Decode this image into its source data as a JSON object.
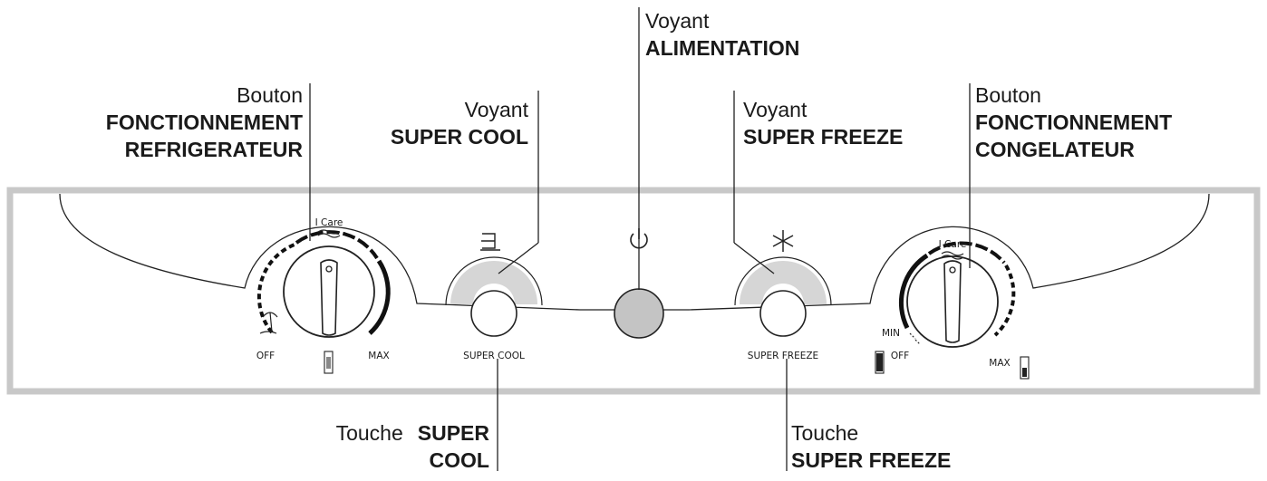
{
  "callouts": {
    "power_indicator": {
      "kind": "Voyant",
      "name": "ALIMENTATION"
    },
    "fridge_knob": {
      "kind": "Bouton",
      "name_line1": "FONCTIONNEMENT",
      "name_line2": "REFRIGERATEUR"
    },
    "supercool_indicator": {
      "kind": "Voyant",
      "name": "SUPER COOL"
    },
    "superfreeze_indicator": {
      "kind": "Voyant",
      "name": "SUPER FREEZE"
    },
    "freezer_knob": {
      "kind": "Bouton",
      "name_line1": "FONCTIONNEMENT",
      "name_line2": "CONGELATEUR"
    },
    "supercool_button": {
      "kind": "Touche",
      "name_line1": "SUPER",
      "name_line2": "COOL"
    },
    "superfreeze_button": {
      "kind": "Touche",
      "name": "SUPER FREEZE"
    }
  },
  "panel": {
    "fridge_knob": {
      "top": "I Care",
      "left": "OFF",
      "right": "MAX"
    },
    "freezer_knob": {
      "top": "I Care",
      "min": "MIN",
      "left": "OFF",
      "right": "MAX"
    },
    "supercool_label": "SUPER COOL",
    "superfreeze_label": "SUPER FREEZE"
  },
  "colors": {
    "panel_border": "#c8c8c8",
    "indicator_arc": "#d6d6d6",
    "power_light": "#c4c4c4",
    "line": "#222222"
  },
  "icons": [
    "cart-icon",
    "power-icon",
    "snowflake-icon",
    "hand-icon",
    "beach-icon",
    "bottle-icon"
  ]
}
